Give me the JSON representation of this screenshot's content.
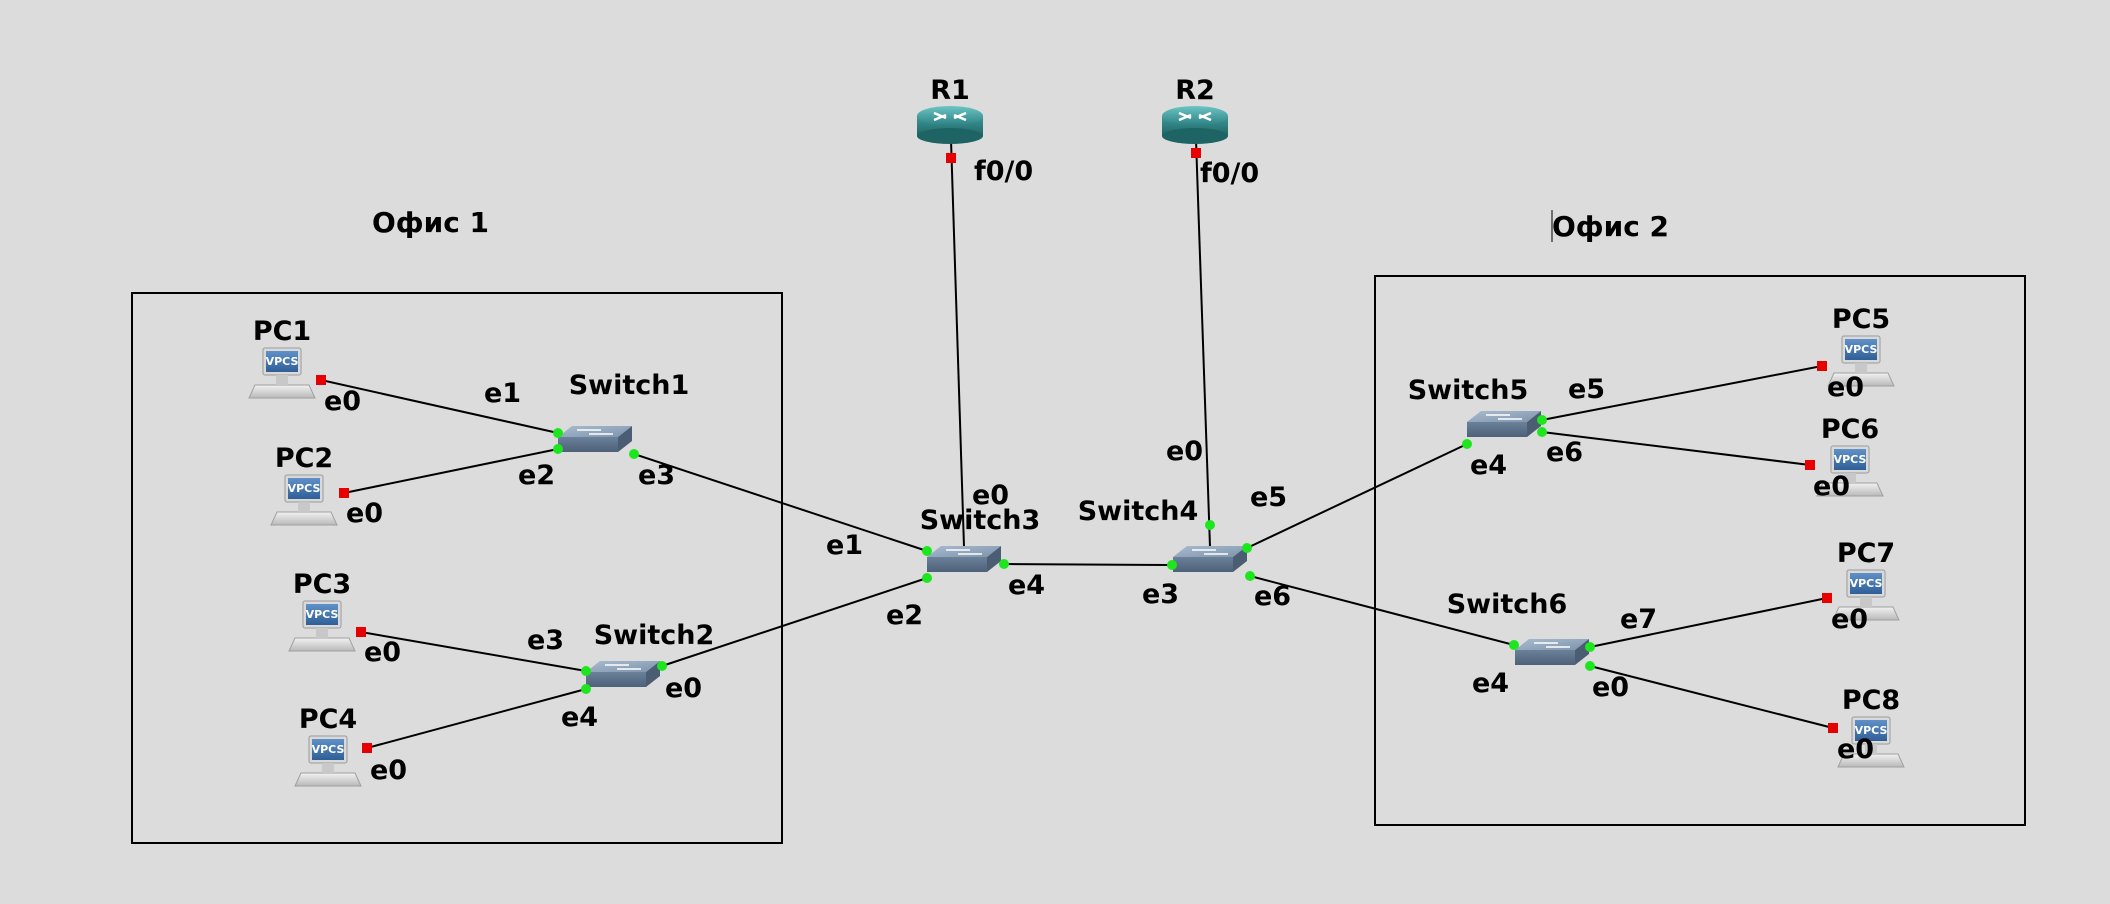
{
  "areas": {
    "office1": {
      "label": "Офис 1"
    },
    "office2": {
      "label": "Офис 2"
    }
  },
  "nodes": {
    "R1": {
      "label": "R1",
      "type": "router",
      "icon": "router-icon"
    },
    "R2": {
      "label": "R2",
      "type": "router",
      "icon": "router-icon"
    },
    "Switch1": {
      "label": "Switch1",
      "type": "switch",
      "icon": "switch-icon"
    },
    "Switch2": {
      "label": "Switch2",
      "type": "switch",
      "icon": "switch-icon"
    },
    "Switch3": {
      "label": "Switch3",
      "type": "switch",
      "icon": "switch-icon"
    },
    "Switch4": {
      "label": "Switch4",
      "type": "switch",
      "icon": "switch-icon"
    },
    "Switch5": {
      "label": "Switch5",
      "type": "switch",
      "icon": "switch-icon"
    },
    "Switch6": {
      "label": "Switch6",
      "type": "switch",
      "icon": "switch-icon"
    },
    "PC1": {
      "label": "PC1",
      "type": "vpcs",
      "icon": "vpcs-icon",
      "badge": "VPCS"
    },
    "PC2": {
      "label": "PC2",
      "type": "vpcs",
      "icon": "vpcs-icon",
      "badge": "VPCS"
    },
    "PC3": {
      "label": "PC3",
      "type": "vpcs",
      "icon": "vpcs-icon",
      "badge": "VPCS"
    },
    "PC4": {
      "label": "PC4",
      "type": "vpcs",
      "icon": "vpcs-icon",
      "badge": "VPCS"
    },
    "PC5": {
      "label": "PC5",
      "type": "vpcs",
      "icon": "vpcs-icon",
      "badge": "VPCS"
    },
    "PC6": {
      "label": "PC6",
      "type": "vpcs",
      "icon": "vpcs-icon",
      "badge": "VPCS"
    },
    "PC7": {
      "label": "PC7",
      "type": "vpcs",
      "icon": "vpcs-icon",
      "badge": "VPCS"
    },
    "PC8": {
      "label": "PC8",
      "type": "vpcs",
      "icon": "vpcs-icon",
      "badge": "VPCS"
    }
  },
  "links": [
    {
      "a": "PC1",
      "a_port": "e0",
      "b": "Switch1",
      "b_port": "e1",
      "a_status": "down",
      "b_status": "up"
    },
    {
      "a": "PC2",
      "a_port": "e0",
      "b": "Switch1",
      "b_port": "e2",
      "a_status": "down",
      "b_status": "up"
    },
    {
      "a": "Switch1",
      "a_port": "e3",
      "b": "Switch3",
      "b_port": "e1",
      "a_status": "up",
      "b_status": "up"
    },
    {
      "a": "PC3",
      "a_port": "e0",
      "b": "Switch2",
      "b_port": "e3",
      "a_status": "down",
      "b_status": "up"
    },
    {
      "a": "PC4",
      "a_port": "e0",
      "b": "Switch2",
      "b_port": "e4",
      "a_status": "down",
      "b_status": "up"
    },
    {
      "a": "Switch2",
      "a_port": "e0",
      "b": "Switch3",
      "b_port": "e2",
      "a_status": "up",
      "b_status": "up"
    },
    {
      "a": "R1",
      "a_port": "f0/0",
      "b": "Switch3",
      "b_port": "e0",
      "a_status": "down",
      "b_status": "none"
    },
    {
      "a": "Switch3",
      "a_port": "e4",
      "b": "Switch4",
      "b_port": "e3",
      "a_status": "up",
      "b_status": "up"
    },
    {
      "a": "R2",
      "a_port": "f0/0",
      "b": "Switch4",
      "b_port": "e0",
      "a_status": "down",
      "b_status": "up"
    },
    {
      "a": "Switch4",
      "a_port": "e5",
      "b": "Switch5",
      "b_port": "e4",
      "a_status": "up",
      "b_status": "up"
    },
    {
      "a": "Switch4",
      "a_port": "e6",
      "b": "Switch6",
      "b_port": "e4",
      "a_status": "up",
      "b_status": "up"
    },
    {
      "a": "Switch5",
      "a_port": "e5",
      "b": "PC5",
      "b_port": "e0",
      "a_status": "up",
      "b_status": "down"
    },
    {
      "a": "Switch5",
      "a_port": "e6",
      "b": "PC6",
      "b_port": "e0",
      "a_status": "up",
      "b_status": "down"
    },
    {
      "a": "Switch6",
      "a_port": "e7",
      "b": "PC7",
      "b_port": "e0",
      "a_status": "up",
      "b_status": "down"
    },
    {
      "a": "Switch6",
      "a_port": "e0",
      "b": "PC8",
      "b_port": "e0",
      "a_status": "up",
      "b_status": "down"
    }
  ],
  "colors": {
    "background": "#dcdcdc",
    "link": "#000000",
    "port_up": "#1ee61e",
    "port_down": "#e60000",
    "router": "#3a9a9a",
    "switch": "#7a8fa6",
    "vpcs_screen": "#3c6fa8"
  }
}
